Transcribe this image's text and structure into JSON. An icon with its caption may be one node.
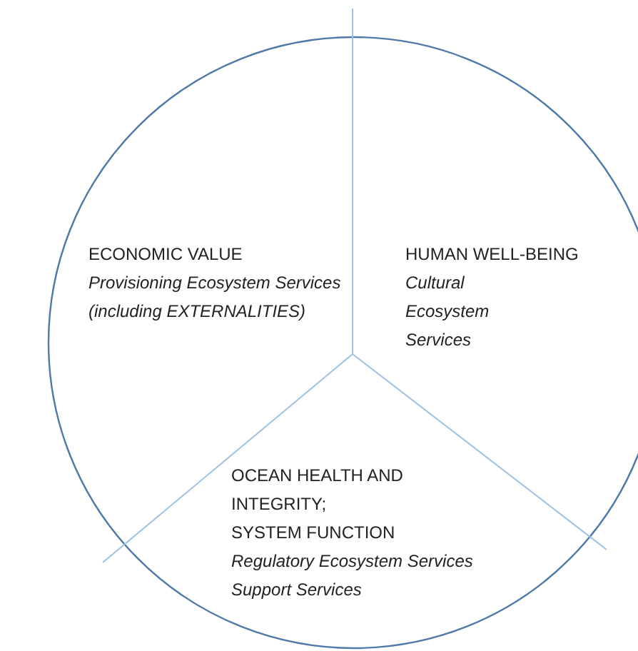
{
  "diagram": {
    "nodes": [
      {
        "text": [
          "ECONOMIC VALUE",
          "Provisioning Ecosystem Services (including EXTERNALITIES)"
        ]
      },
      {
        "text": [
          "HUMAN WELL-BEING",
          "Cultural Ecosystem Services"
        ]
      },
      {
        "text": [
          "OCEAN HEALTH AND INTEGRITY;",
          "SYSTEM FUNCTION",
          "Regulatory Ecosystem Services",
          "Support Services"
        ]
      }
    ]
  }
}
